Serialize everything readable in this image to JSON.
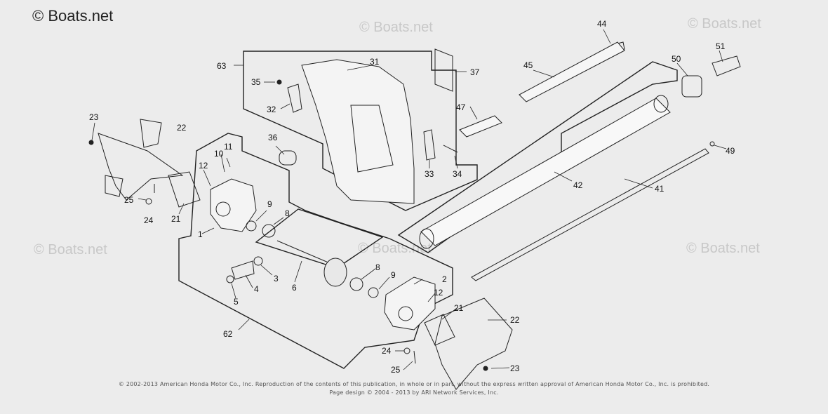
{
  "brand": {
    "main": "© Boats.net",
    "watermark": "© Boats.net"
  },
  "footer": {
    "line1": "© 2002-2013 American Honda Motor Co., Inc. Reproduction of the contents of this publication, in whole or in part, without the express written approval of American Honda Motor Co., Inc. is prohibited.",
    "line2": "Page design © 2004 - 2013 by ARI Network Services, Inc."
  },
  "callouts": [
    "1",
    "2",
    "3",
    "4",
    "5",
    "6",
    "8",
    "8",
    "9",
    "9",
    "10",
    "11",
    "12",
    "12",
    "21",
    "21",
    "22",
    "22",
    "23",
    "23",
    "24",
    "24",
    "25",
    "25",
    "31",
    "32",
    "33",
    "34",
    "35",
    "36",
    "37",
    "41",
    "42",
    "44",
    "45",
    "47",
    "49",
    "50",
    "51",
    "62",
    "63"
  ],
  "colors": {
    "line": "#222222",
    "background": "#ececec",
    "watermark": "#c8c8c8"
  }
}
